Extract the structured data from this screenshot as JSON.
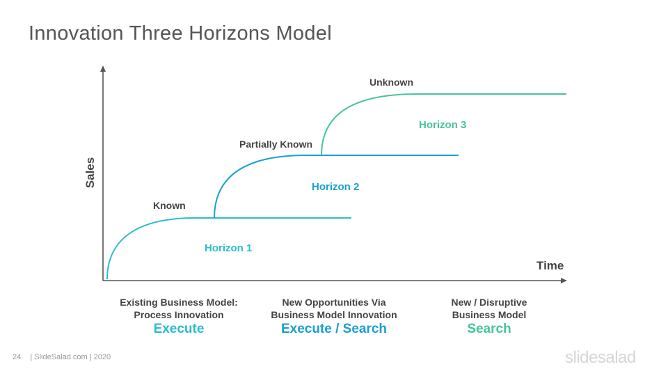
{
  "slide": {
    "title": "Innovation Three Horizons Model",
    "page_number": "24",
    "footer_text": "| SlideSalad.com | 2020",
    "brand_logo_text": "slidesalad"
  },
  "axes": {
    "x_label": "Time",
    "y_label": "Sales"
  },
  "curves": [
    {
      "knowledge_label": "Known",
      "horizon_label": "Horizon 1",
      "color": "#2bbcd0"
    },
    {
      "knowledge_label": "Partially Known",
      "horizon_label": "Horizon 2",
      "color": "#1aa0d2"
    },
    {
      "knowledge_label": "Unknown",
      "horizon_label": "Horizon 3",
      "color": "#45c49a"
    }
  ],
  "columns": [
    {
      "line1": "Existing Business Model:",
      "line2": "Process Innovation",
      "action": "Execute",
      "color": "#2bbcd0"
    },
    {
      "line1": "New Opportunities  Via",
      "line2": "Business Model Innovation",
      "action": "Execute / Search",
      "color": "#1aa0d2"
    },
    {
      "line1": "New / Disruptive",
      "line2": "Business Model",
      "action": "Search",
      "color": "#45c49a"
    }
  ],
  "colors": {
    "axis": "#555555",
    "title": "#555555",
    "text": "#444444"
  }
}
